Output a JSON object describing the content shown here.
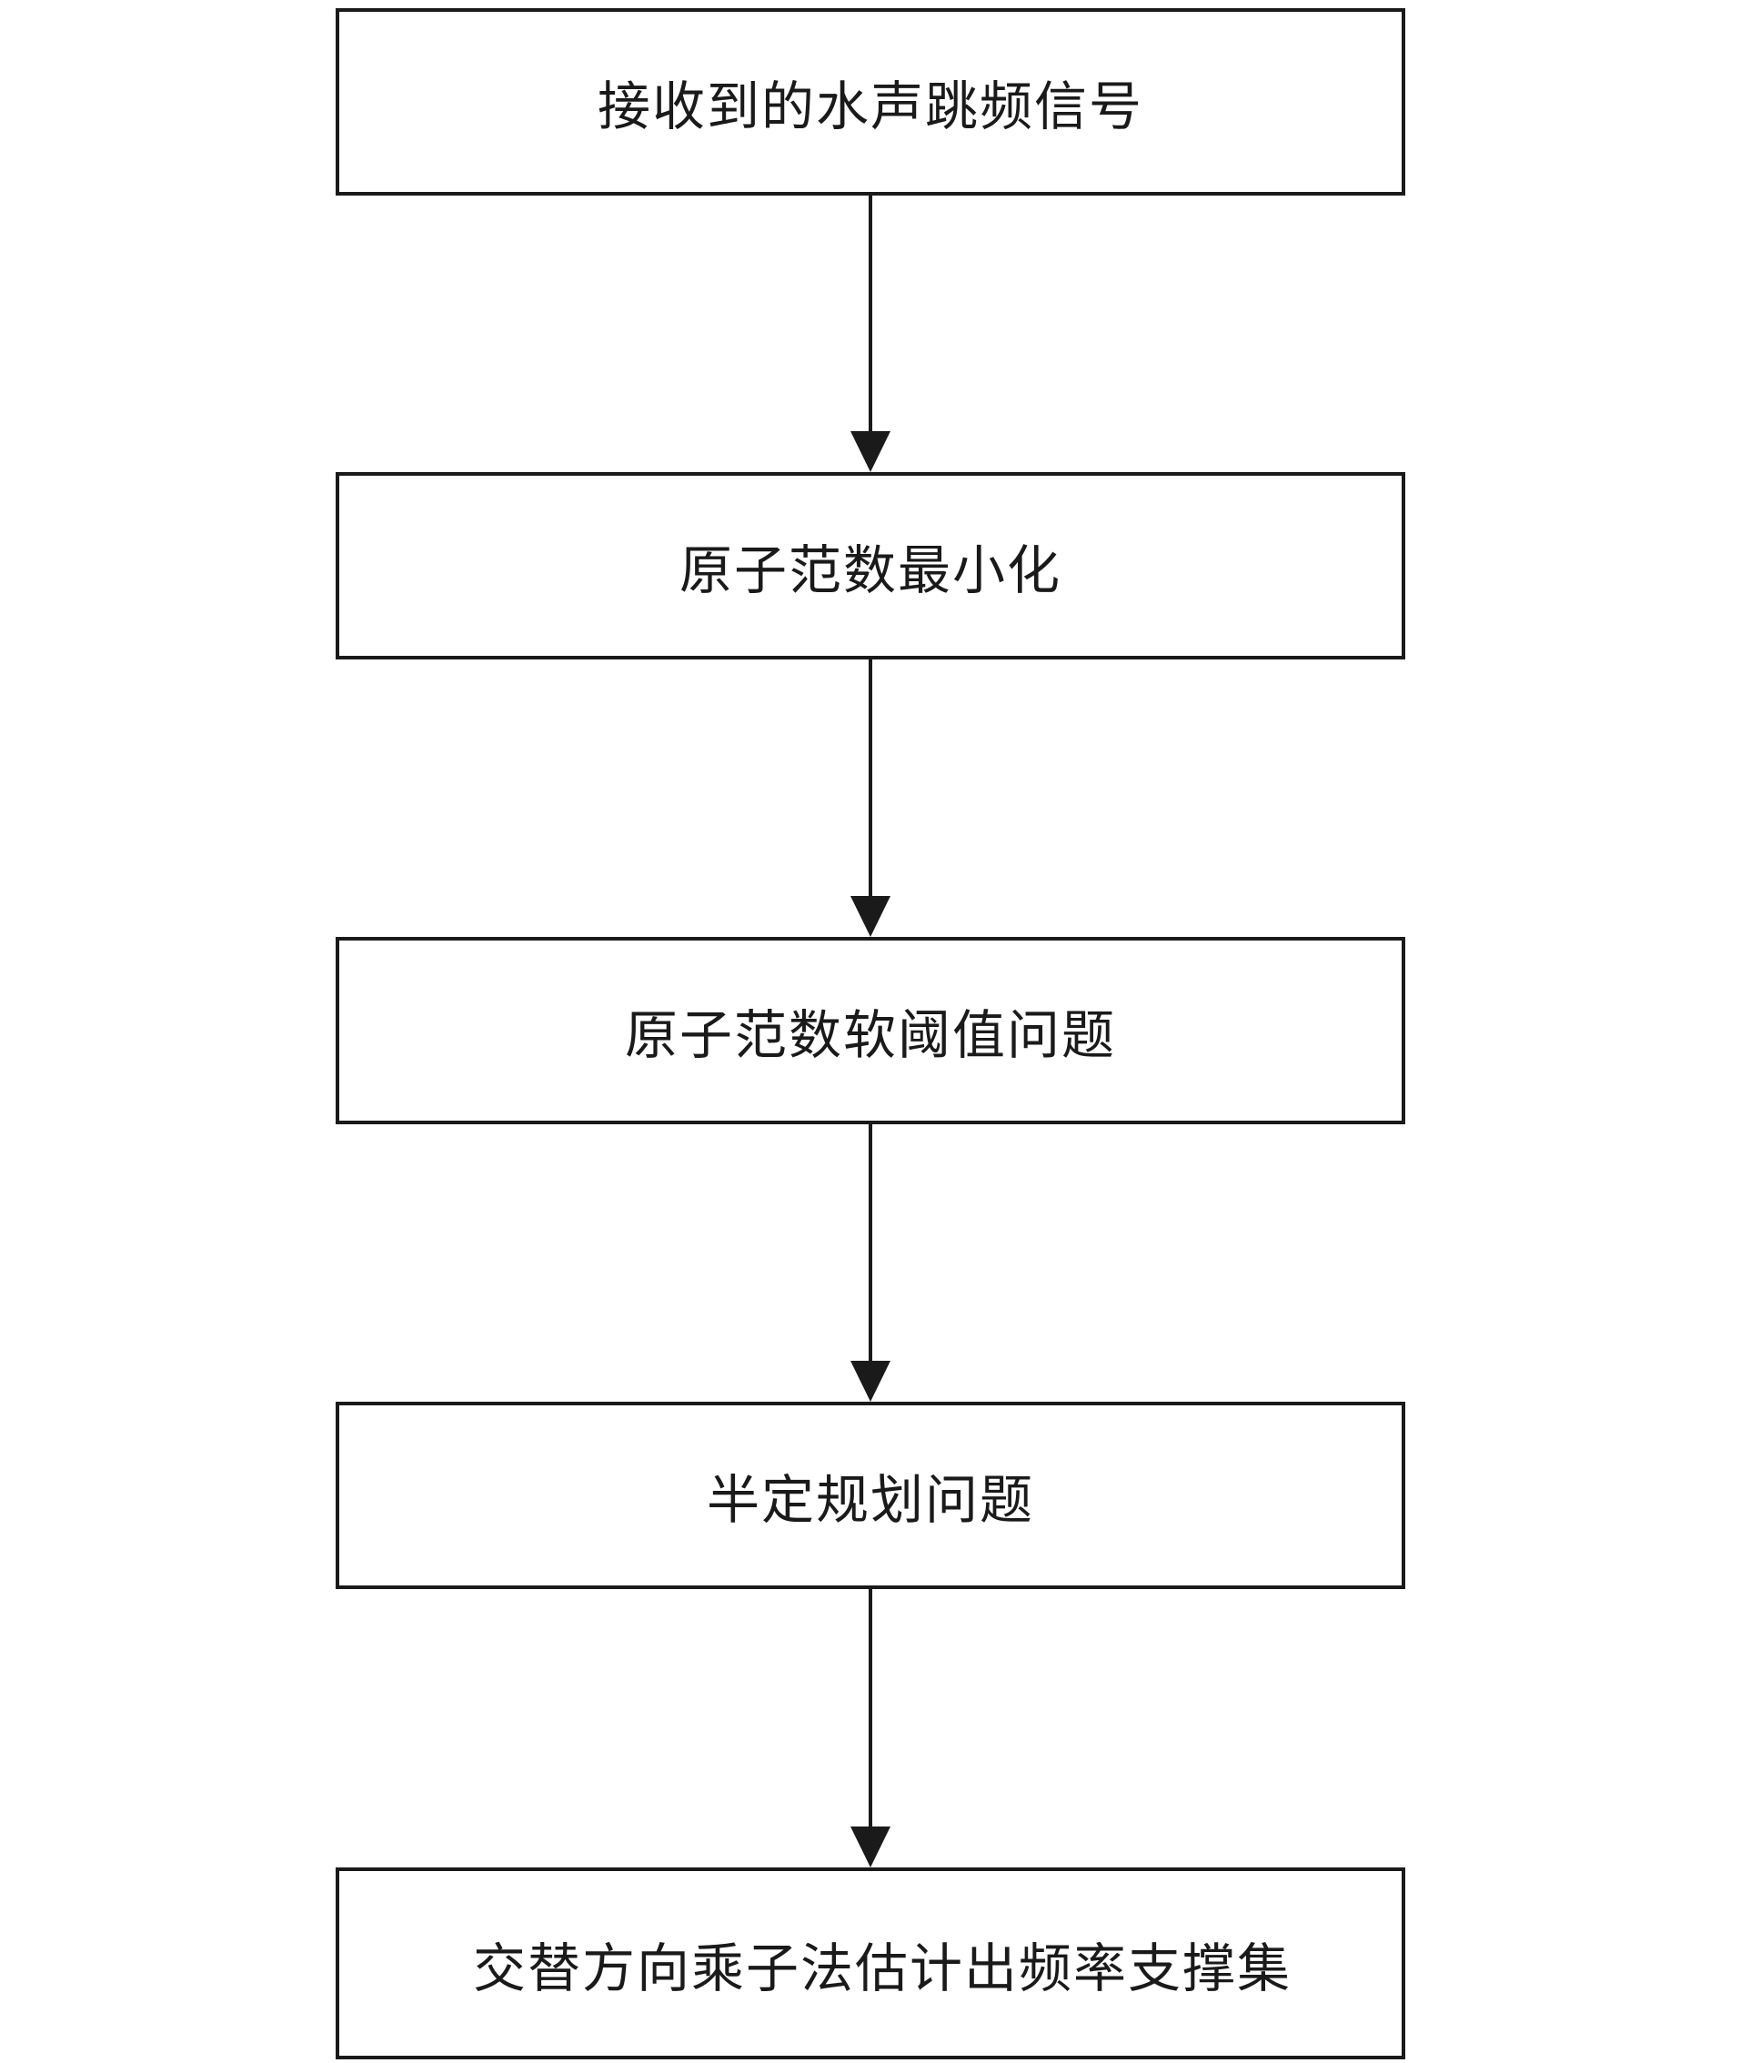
{
  "diagram": {
    "steps": [
      {
        "label": "接收到的水声跳频信号"
      },
      {
        "label": "原子范数最小化"
      },
      {
        "label": "原子范数软阈值问题"
      },
      {
        "label": "半定规划问题"
      },
      {
        "label": "交替方向乘子法估计出频率支撑集"
      }
    ],
    "colors": {
      "stroke": "#1a1a1a",
      "background": "#ffffff"
    }
  }
}
